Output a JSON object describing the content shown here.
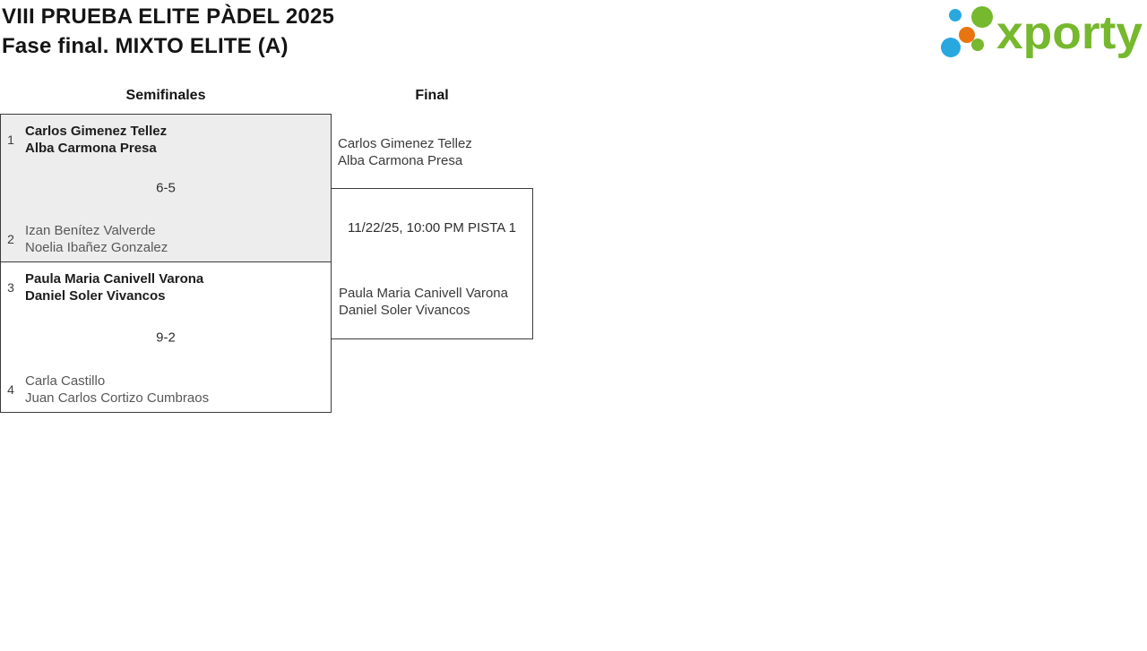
{
  "header": {
    "title": "VIII PRUEBA ELITE PÀDEL 2025",
    "subtitle": "Fase final. MIXTO ELITE (A)",
    "logo_text": "xporty"
  },
  "colors": {
    "logo_green": "#76b82e",
    "logo_blue": "#29a8e0",
    "logo_orange": "#e8750f",
    "match_alt_bg": "#ededed",
    "box_border": "#3c3c3c",
    "winner_text": "#1d1d1d",
    "loser_text": "#585858"
  },
  "bracket": {
    "rounds": [
      {
        "label": "Semifinales"
      },
      {
        "label": "Final"
      }
    ],
    "semifinals": [
      {
        "score": "6-5",
        "team1": {
          "seed": "1",
          "winner": true,
          "players": [
            "Carlos Gimenez Tellez",
            "Alba Carmona Presa"
          ]
        },
        "team2": {
          "seed": "2",
          "winner": false,
          "players": [
            "Izan Benítez Valverde",
            "Noelia Ibañez Gonzalez"
          ]
        }
      },
      {
        "score": "9-2",
        "team1": {
          "seed": "3",
          "winner": true,
          "players": [
            "Paula Maria Canivell Varona",
            "Daniel Soler Vivancos"
          ]
        },
        "team2": {
          "seed": "4",
          "winner": false,
          "players": [
            "Carla Castillo",
            "Juan Carlos Cortizo Cumbraos"
          ]
        }
      }
    ],
    "final": {
      "schedule": "11/22/25, 10:00 PM PISTA 1",
      "team1": {
        "players": [
          "Carlos Gimenez Tellez",
          "Alba Carmona Presa"
        ]
      },
      "team2": {
        "players": [
          "Paula Maria Canivell Varona",
          "Daniel Soler Vivancos"
        ]
      }
    }
  }
}
